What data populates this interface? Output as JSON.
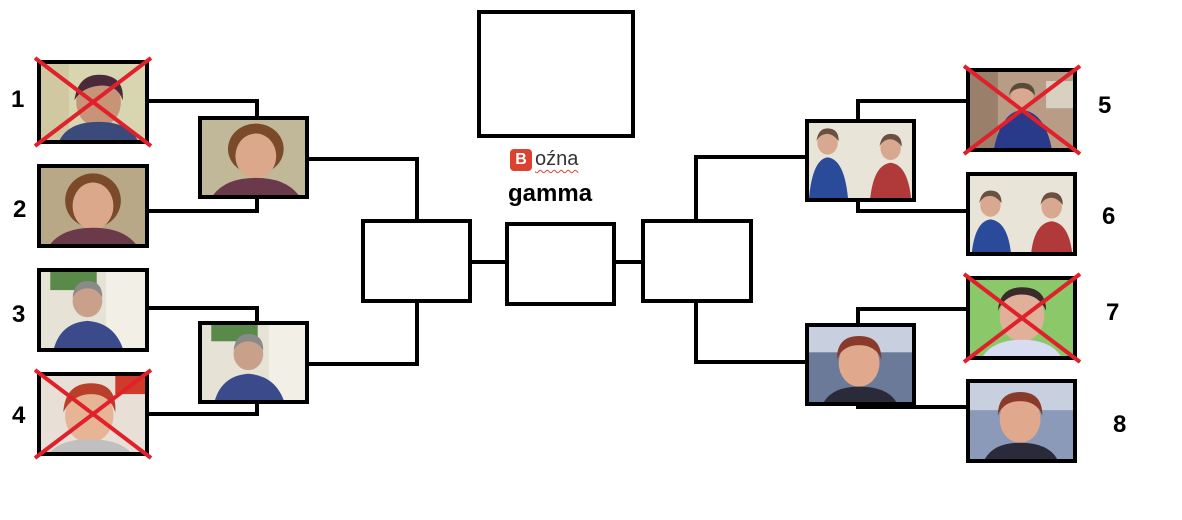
{
  "title_box": {
    "empty": true
  },
  "logo": {
    "letter": "B",
    "text": "oźna",
    "color": "#d9432f"
  },
  "group_name": "gamma",
  "seeds": [
    {
      "number": "1",
      "eliminated": true
    },
    {
      "number": "2",
      "eliminated": false
    },
    {
      "number": "3",
      "eliminated": false
    },
    {
      "number": "4",
      "eliminated": true
    },
    {
      "number": "5",
      "eliminated": true
    },
    {
      "number": "6",
      "eliminated": false
    },
    {
      "number": "7",
      "eliminated": true
    },
    {
      "number": "8",
      "eliminated": false
    }
  ],
  "colors": {
    "cross": "#e0202a",
    "lines": "#000000"
  }
}
